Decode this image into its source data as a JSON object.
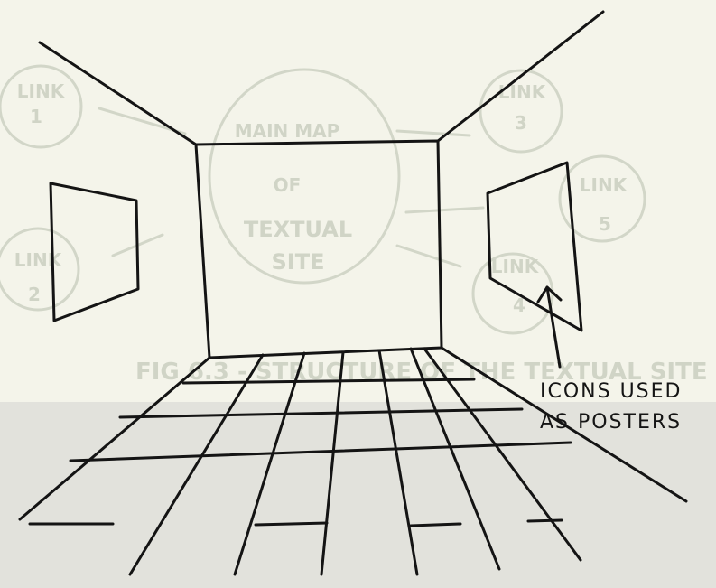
{
  "annotation": {
    "line1": "ICONS USED",
    "line2": "AS POSTERS"
  },
  "show_through": {
    "bubbles": [
      {
        "line1": "LINK",
        "line2": "1"
      },
      {
        "line1": "LINK",
        "line2": "2"
      },
      {
        "line1": "LINK",
        "line2": "3"
      },
      {
        "line1": "LINK",
        "line2": "4"
      },
      {
        "line1": "LINK",
        "line2": "5"
      },
      {
        "line1": "MAIN MAP",
        "line2": "OF"
      },
      {
        "line1": "TEXTUAL",
        "line2": "SITE"
      }
    ],
    "caption": "FIG 6.3 - STRUCTURE OF THE TEXTUAL SITE"
  },
  "colors": {
    "paper_top": "#f4f4ea",
    "paper_bottom": "#e2e2dc",
    "ink": "#141414",
    "ghost": "#d2d6c8"
  }
}
